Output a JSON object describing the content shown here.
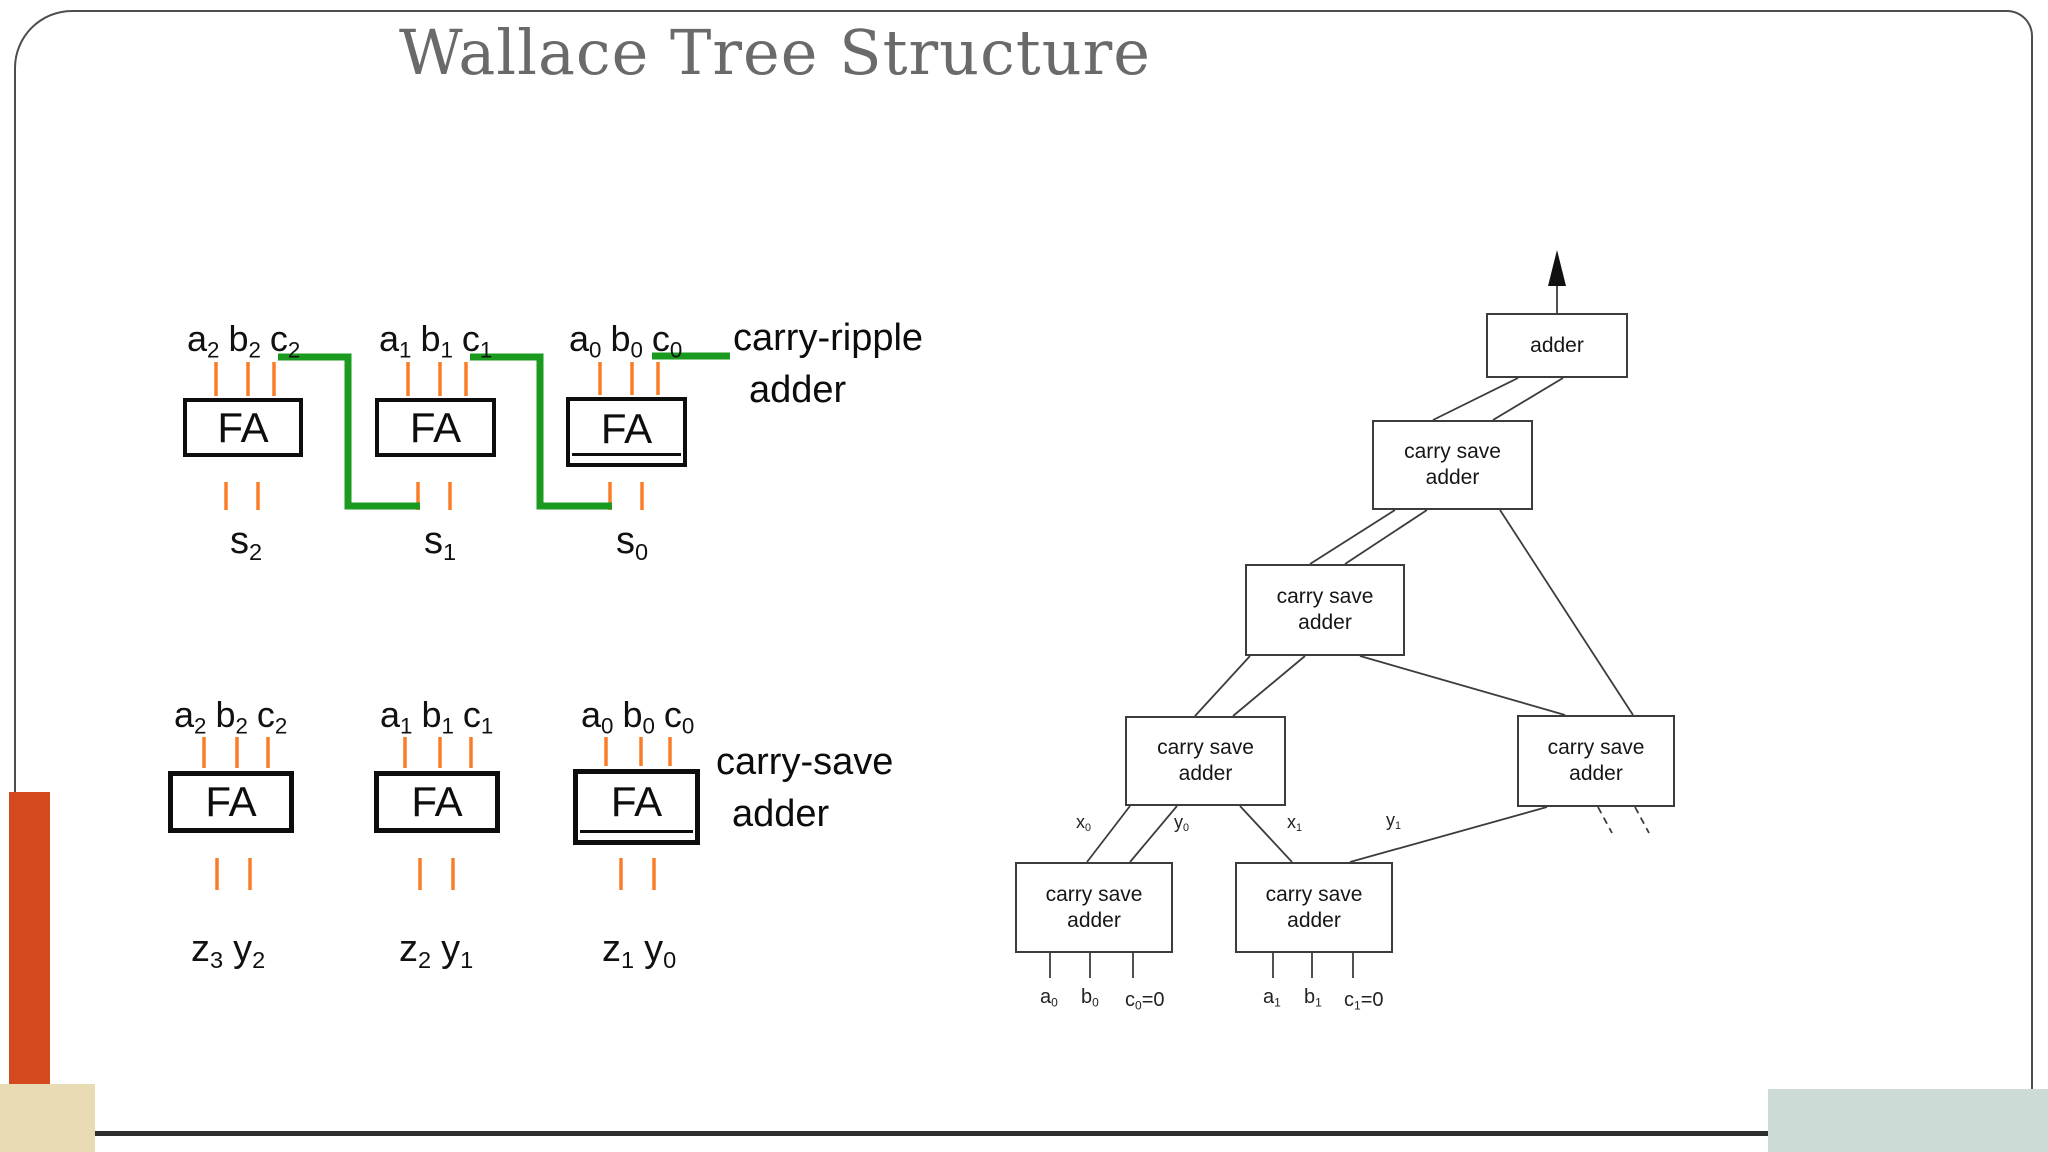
{
  "slide": {
    "title": "Wallace Tree Structure"
  },
  "colors": {
    "orange-wire": "#f97c28",
    "green-wire": "#1a9a1e",
    "bar-orange": "#d4491e",
    "square-beige": "#e9dcb4",
    "rect-sage": "#cddbd6",
    "title-gray": "#6a6a6a",
    "frame-line": "#4e4e4e",
    "tree-line": "#3c3c3c"
  },
  "fa_label": "FA",
  "ripple": {
    "caption_line1": "carry-ripple",
    "caption_line2": "adder",
    "groups": [
      {
        "in0": {
          "b": "a",
          "s": "2"
        },
        "in1": {
          "b": "b",
          "s": "2"
        },
        "in2": {
          "b": "c",
          "s": "2"
        },
        "sum": {
          "b": "s",
          "s": "2"
        }
      },
      {
        "in0": {
          "b": "a",
          "s": "1"
        },
        "in1": {
          "b": "b",
          "s": "1"
        },
        "in2": {
          "b": "c",
          "s": "1"
        },
        "sum": {
          "b": "s",
          "s": "1"
        }
      },
      {
        "in0": {
          "b": "a",
          "s": "0"
        },
        "in1": {
          "b": "b",
          "s": "0"
        },
        "in2": {
          "b": "c",
          "s": "0"
        },
        "sum": {
          "b": "s",
          "s": "0"
        }
      }
    ]
  },
  "save": {
    "caption_line1": "carry-save",
    "caption_line2": "adder",
    "groups": [
      {
        "in0": {
          "b": "a",
          "s": "2"
        },
        "in1": {
          "b": "b",
          "s": "2"
        },
        "in2": {
          "b": "c",
          "s": "2"
        },
        "out0": {
          "b": "z",
          "s": "3"
        },
        "out1": {
          "b": "y",
          "s": "2"
        }
      },
      {
        "in0": {
          "b": "a",
          "s": "1"
        },
        "in1": {
          "b": "b",
          "s": "1"
        },
        "in2": {
          "b": "c",
          "s": "1"
        },
        "out0": {
          "b": "z",
          "s": "2"
        },
        "out1": {
          "b": "y",
          "s": "1"
        }
      },
      {
        "in0": {
          "b": "a",
          "s": "0"
        },
        "in1": {
          "b": "b",
          "s": "0"
        },
        "in2": {
          "b": "c",
          "s": "0"
        },
        "out0": {
          "b": "z",
          "s": "1"
        },
        "out1": {
          "b": "y",
          "s": "0"
        }
      }
    ]
  },
  "tree": {
    "adder_label": "adder",
    "csa_label": "carry save adder",
    "x0": {
      "b": "x",
      "s": "0"
    },
    "y0": {
      "b": "y",
      "s": "0"
    },
    "x1": {
      "b": "x",
      "s": "1"
    },
    "y1": {
      "b": "y",
      "s": "1"
    },
    "leaf_a0": {
      "b": "a",
      "s": "0"
    },
    "leaf_b0": {
      "b": "b",
      "s": "0"
    },
    "leaf_c0": {
      "b": "c",
      "s": "0",
      "eq": "=0"
    },
    "leaf_a1": {
      "b": "a",
      "s": "1"
    },
    "leaf_b1": {
      "b": "b",
      "s": "1"
    },
    "leaf_c1": {
      "b": "c",
      "s": "1",
      "eq": "=0"
    }
  }
}
